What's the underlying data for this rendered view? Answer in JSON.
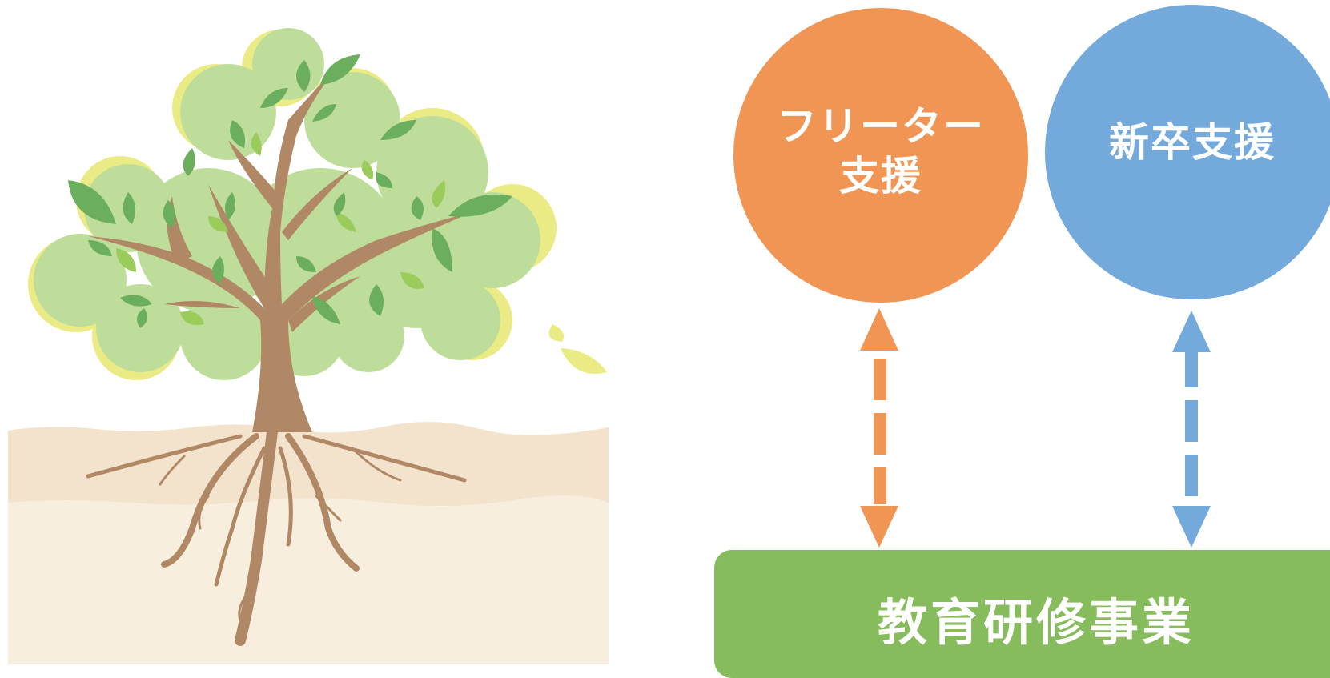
{
  "colors": {
    "orange": "#F19555",
    "blue": "#74A9DB",
    "green": "#86BC5C",
    "soil_top": "#F3E3CC",
    "soil_bottom": "#F8EEDD",
    "trunk": "#B08866",
    "leaf_dark": "#6BAE5E",
    "leaf_light": "#9BCB5A",
    "foliage": "#BFDD9A",
    "foliage_shadow": "#EBEB85"
  },
  "diagram": {
    "freeter": {
      "line1": "フリーター",
      "line2": "支援"
    },
    "shinsotsu": {
      "label": "新卒支援"
    },
    "base": {
      "label": "教育研修事業"
    }
  }
}
